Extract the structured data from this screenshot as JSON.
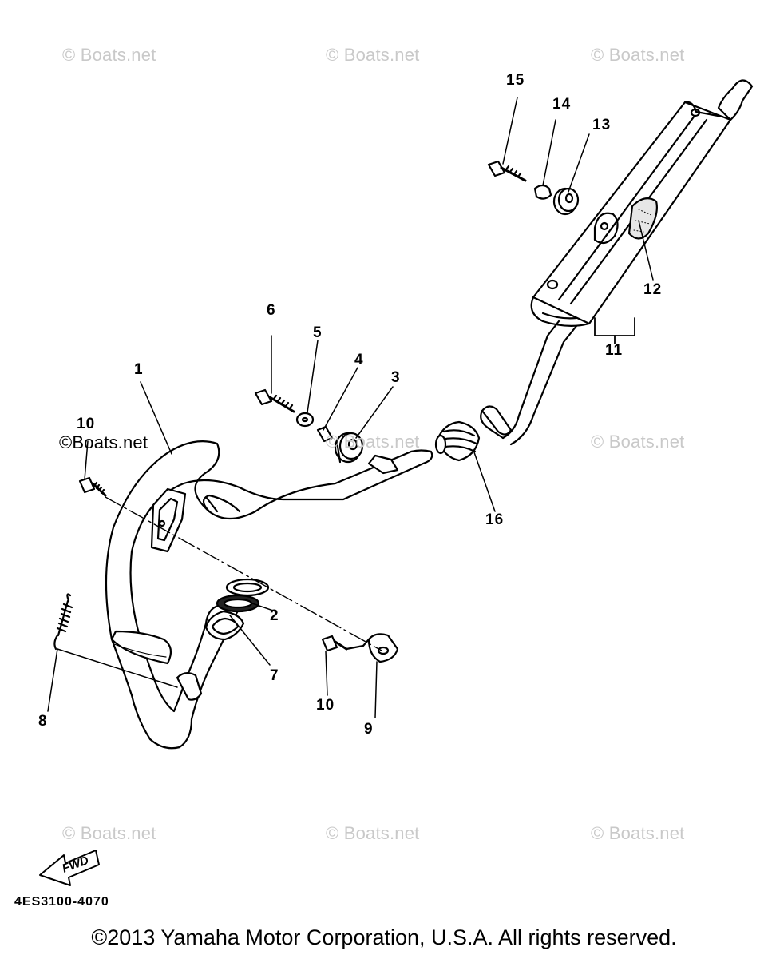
{
  "watermarks": [
    "© Boats.net",
    "© Boats.net",
    "© Boats.net",
    "© Boats.net",
    "© Boats.net",
    "© Boats.net",
    "© Boats.net",
    "© Boats.net",
    "©Boats.net"
  ],
  "callouts": {
    "c1": "1",
    "c2": "2",
    "c3": "3",
    "c4": "4",
    "c5": "5",
    "c6": "6",
    "c7": "7",
    "c8": "8",
    "c9": "9",
    "c10a": "10",
    "c10b": "10",
    "c11": "11",
    "c12": "12",
    "c13": "13",
    "c14": "14",
    "c15": "15",
    "c16": "16"
  },
  "fwd_label": "FWD",
  "diagram_code": "4ES3100-4070",
  "copyright": "©2013 Yamaha Motor Corporation, U.S.A. All rights reserved."
}
